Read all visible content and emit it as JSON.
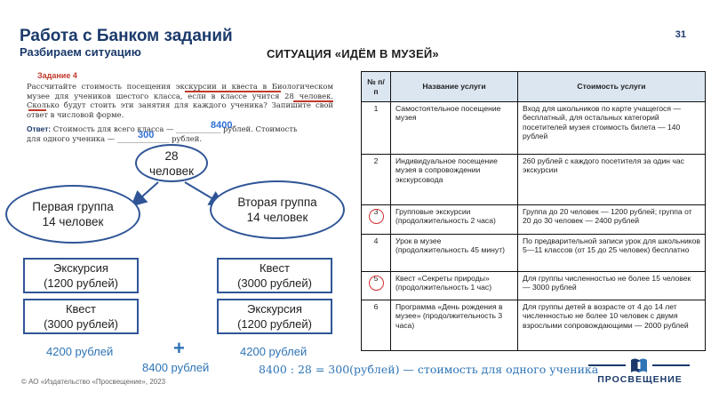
{
  "header": {
    "title": "Работа с Банком заданий",
    "subtitle": "Разбираем ситуацию",
    "page_number": "31",
    "situation": "СИТУАЦИЯ «ИДЁМ В МУЗЕЙ»"
  },
  "task": {
    "heading": "Задание 4",
    "text": "Рассчитайте стоимость посещения экскурсии и квеста в Биологическом музее для учеников шестого класса, если в классе учится 28 человек. Сколько будут стоить эти занятия для каждого ученика? Запишите свой ответ в числовой форме.",
    "answer_label": "Ответ:",
    "answer_text_1": "Стоимость для всего класса — ____________ рублей. Стоимость",
    "answer_text_2": "для одного ученика — ______________ рублей.",
    "handwritten_total": "8400",
    "handwritten_per_student": "300"
  },
  "diagram": {
    "class_total": "28\nчеловек",
    "group1": "Первая группа\n14 человек",
    "group2": "Вторая группа\n14 человек",
    "g1_activity1": "Экскурсия\n(1200 рублей)",
    "g1_activity2": "Квест\n(3000 рублей)",
    "g2_activity1": "Квест\n(3000 рублей)",
    "g2_activity2": "Экскурсия\n(1200 рублей)",
    "g1_sum": "4200 рублей",
    "g2_sum": "4200 рублей",
    "plus": "+",
    "grand_total": "8400 рублей",
    "formula": "8400 : 28 = 300(рублей) — стоимость для одного ученика"
  },
  "table": {
    "headers": [
      "№ п/п",
      "Название услуги",
      "Стоимость услуги"
    ],
    "rows": [
      {
        "num": "1",
        "name": "Самостоятельное посещение музея",
        "price": "Вход для школьников по карте учащегося — бесплатный, для остальных категорий посетителей музея стоимость билета — 140 рублей"
      },
      {
        "num": "2",
        "name": "Индивидуальное посещение музея в сопровождении экскурсовода",
        "price": "260 рублей с каждого посетителя за один час экскурсии"
      },
      {
        "num": "3",
        "name": "Групповые экскурсии (продолжительность 2 часа)",
        "price": "Группа до 20 человек — 1200 рублей; группа от 20 до 30 человек — 2400 рублей"
      },
      {
        "num": "4",
        "name": "Урок в музее (продолжительность 45 минут)",
        "price": "По предварительной записи урок для школьников 5—11 классов (от 15 до 25 человек) бесплатно"
      },
      {
        "num": "5",
        "name": "Квест «Секреты природы» (продолжительность 1 час)",
        "price": "Для группы численностью не более 15 человек — 3000 рублей"
      },
      {
        "num": "6",
        "name": "Программа «День рождения в музее» (продолжительность 3 часа)",
        "price": "Для группы детей в возрасте от 4 до 14 лет численностью не более 10 человек с двумя взрослыми сопровождающими — 2000 рублей"
      }
    ]
  },
  "footer": {
    "copyright": "© АО «Издательство «Просвещение», 2023",
    "logo_text": "ПРОСВЕЩЕНИЕ"
  },
  "colors": {
    "title": "#1b3a6b",
    "accent_blue": "#2e74b5",
    "shape_border": "#2f5597",
    "highlight_red": "#d03030"
  }
}
